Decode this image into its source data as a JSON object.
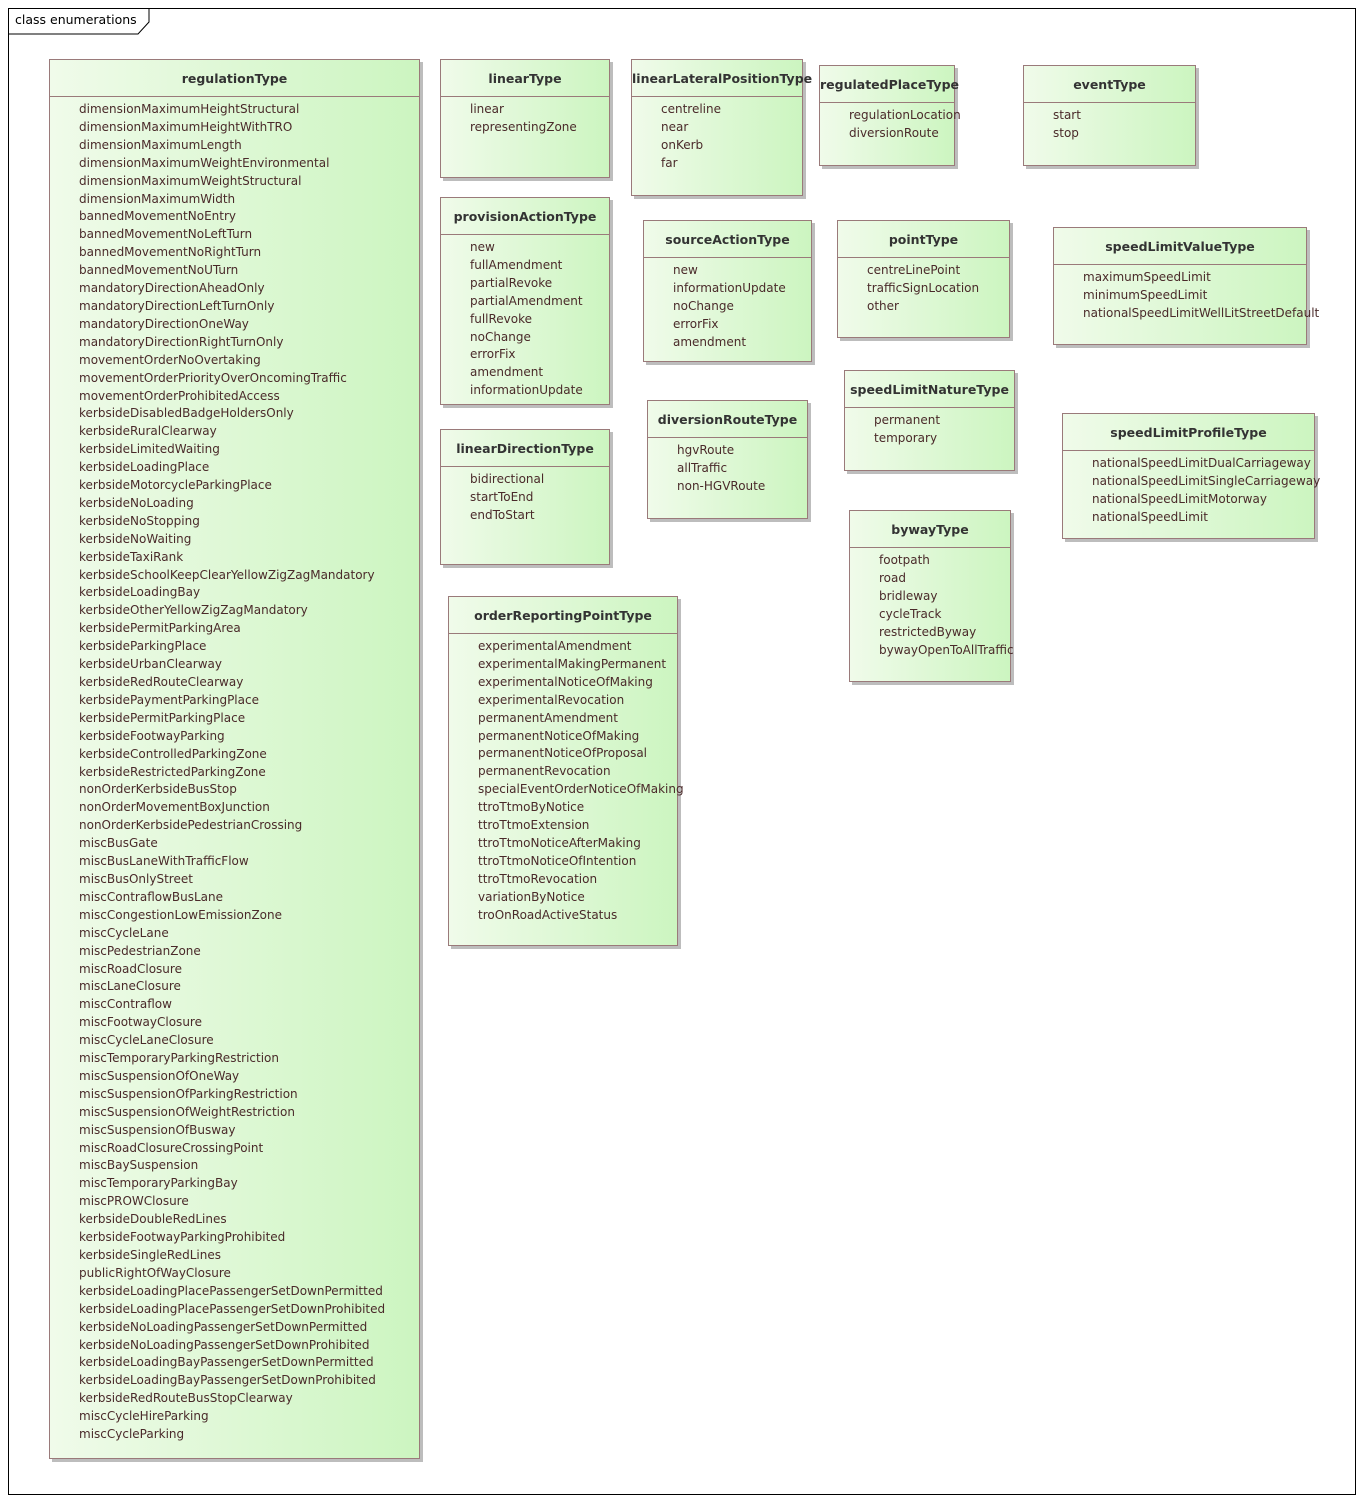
{
  "diagram_title": "class enumerations",
  "classes": [
    {
      "name": "regulationType",
      "items": [
        "dimensionMaximumHeightStructural",
        "dimensionMaximumHeightWithTRO",
        "dimensionMaximumLength",
        "dimensionMaximumWeightEnvironmental",
        "dimensionMaximumWeightStructural",
        "dimensionMaximumWidth",
        "bannedMovementNoEntry",
        "bannedMovementNoLeftTurn",
        "bannedMovementNoRightTurn",
        "bannedMovementNoUTurn",
        "mandatoryDirectionAheadOnly",
        "mandatoryDirectionLeftTurnOnly",
        "mandatoryDirectionOneWay",
        "mandatoryDirectionRightTurnOnly",
        "movementOrderNoOvertaking",
        "movementOrderPriorityOverOncomingTraffic",
        "movementOrderProhibitedAccess",
        "kerbsideDisabledBadgeHoldersOnly",
        "kerbsideRuralClearway",
        "kerbsideLimitedWaiting",
        "kerbsideLoadingPlace",
        "kerbsideMotorcycleParkingPlace",
        "kerbsideNoLoading",
        "kerbsideNoStopping",
        "kerbsideNoWaiting",
        "kerbsideTaxiRank",
        "kerbsideSchoolKeepClearYellowZigZagMandatory",
        "kerbsideLoadingBay",
        "kerbsideOtherYellowZigZagMandatory",
        "kerbsidePermitParkingArea",
        "kerbsideParkingPlace",
        "kerbsideUrbanClearway",
        "kerbsideRedRouteClearway",
        "kerbsidePaymentParkingPlace",
        "kerbsidePermitParkingPlace",
        "kerbsideFootwayParking",
        "kerbsideControlledParkingZone",
        "kerbsideRestrictedParkingZone",
        "nonOrderKerbsideBusStop",
        "nonOrderMovementBoxJunction",
        "nonOrderKerbsidePedestrianCrossing",
        "miscBusGate",
        "miscBusLaneWithTrafficFlow",
        "miscBusOnlyStreet",
        "miscContraflowBusLane",
        "miscCongestionLowEmissionZone",
        "miscCycleLane",
        "miscPedestrianZone",
        "miscRoadClosure",
        "miscLaneClosure",
        "miscContraflow",
        "miscFootwayClosure",
        "miscCycleLaneClosure",
        "miscTemporaryParkingRestriction",
        "miscSuspensionOfOneWay",
        "miscSuspensionOfParkingRestriction",
        "miscSuspensionOfWeightRestriction",
        "miscSuspensionOfBusway",
        "miscRoadClosureCrossingPoint",
        "miscBaySuspension",
        "miscTemporaryParkingBay",
        "miscPROWClosure",
        "kerbsideDoubleRedLines",
        "kerbsideFootwayParkingProhibited",
        "kerbsideSingleRedLines",
        "publicRightOfWayClosure",
        "kerbsideLoadingPlacePassengerSetDownPermitted",
        "kerbsideLoadingPlacePassengerSetDownProhibited",
        "kerbsideNoLoadingPassengerSetDownPermitted",
        "kerbsideNoLoadingPassengerSetDownProhibited",
        "kerbsideLoadingBayPassengerSetDownPermitted",
        "kerbsideLoadingBayPassengerSetDownProhibited",
        "kerbsideRedRouteBusStopClearway",
        "miscCycleHireParking",
        "miscCycleParking"
      ]
    },
    {
      "name": "linearType",
      "items": [
        "linear",
        "representingZone"
      ]
    },
    {
      "name": "linearLateralPositionType",
      "items": [
        "centreline",
        "near",
        "onKerb",
        "far"
      ]
    },
    {
      "name": "regulatedPlaceType",
      "items": [
        "regulationLocation",
        "diversionRoute"
      ]
    },
    {
      "name": "eventType",
      "items": [
        "start",
        "stop"
      ]
    },
    {
      "name": "provisionActionType",
      "items": [
        "new",
        "fullAmendment",
        "partialRevoke",
        "partialAmendment",
        "fullRevoke",
        "noChange",
        "errorFix",
        "amendment",
        "informationUpdate"
      ]
    },
    {
      "name": "sourceActionType",
      "items": [
        "new",
        "informationUpdate",
        "noChange",
        "errorFix",
        "amendment"
      ]
    },
    {
      "name": "pointType",
      "items": [
        "centreLinePoint",
        "trafficSignLocation",
        "other"
      ]
    },
    {
      "name": "speedLimitValueType",
      "items": [
        "maximumSpeedLimit",
        "minimumSpeedLimit",
        "nationalSpeedLimitWellLitStreetDefault"
      ]
    },
    {
      "name": "speedLimitNatureType",
      "items": [
        "permanent",
        "temporary"
      ]
    },
    {
      "name": "speedLimitProfileType",
      "items": [
        "nationalSpeedLimitDualCarriageway",
        "nationalSpeedLimitSingleCarriageway",
        "nationalSpeedLimitMotorway",
        "nationalSpeedLimit"
      ]
    },
    {
      "name": "diversionRouteType",
      "items": [
        "hgvRoute",
        "allTraffic",
        "non-HGVRoute"
      ]
    },
    {
      "name": "linearDirectionType",
      "items": [
        "bidirectional",
        "startToEnd",
        "endToStart"
      ]
    },
    {
      "name": "bywayType",
      "items": [
        "footpath",
        "road",
        "bridleway",
        "cycleTrack",
        "restrictedByway",
        "bywayOpenToAllTraffic"
      ]
    },
    {
      "name": "orderReportingPointType",
      "items": [
        "experimentalAmendment",
        "experimentalMakingPermanent",
        "experimentalNoticeOfMaking",
        "experimentalRevocation",
        "permanentAmendment",
        "permanentNoticeOfMaking",
        "permanentNoticeOfProposal",
        "permanentRevocation",
        "specialEventOrderNoticeOfMaking",
        "ttroTtmoByNotice",
        "ttroTtmoExtension",
        "ttroTtmoNoticeAfterMaking",
        "ttroTtmoNoticeOfIntention",
        "ttroTtmoRevocation",
        "variationByNotice",
        "troOnRoadActiveStatus"
      ]
    }
  ]
}
